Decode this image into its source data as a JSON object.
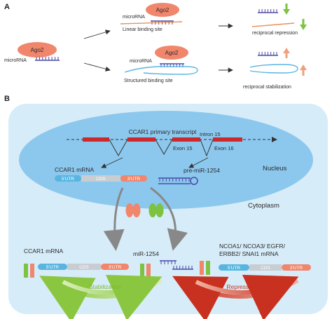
{
  "panel_a": {
    "label": "A",
    "ago2_left": "Ago2",
    "microrna_left": "microRNA",
    "ago2_top": "Ago2",
    "microrna_top": "microRNA",
    "linear_site": "Linear binding site",
    "ago2_bottom": "Ago2",
    "microrna_bottom": "microRNA",
    "structured_site": "Structured binding site",
    "reciprocal_repression": "reciprocal repression",
    "reciprocal_stabilization": "reciprocal stabilization"
  },
  "panel_b": {
    "label": "B",
    "primary_transcript": "CCAR1 primary transcript",
    "intron": "Intron 15",
    "exon15": "Exon 15",
    "exon16": "Exon 16",
    "nuclear_mrna": "CCAR1 mRNA",
    "pre_mir": "pre-miR-1254",
    "nucleus": "Nucleus",
    "cytoplasm": "Cytoplasm",
    "utr5": "5'UTR",
    "cds": "CDS",
    "utr3": "3'UTR",
    "cyto_mrna": "CCAR1 mRNA",
    "utr5_b": "5'UTR",
    "cds_b": "CDS",
    "utr3_b": "3'UTR",
    "mir": "miR-1254",
    "targets_line1": "NCOA1/ NCOA3/ EGFR/",
    "targets_line2": "ERBB2/ SNAI1 mRNA",
    "utr5_c": "5'UTR",
    "cds_c": "CDS",
    "utr3_c": "3'UTR",
    "stabilization": "Stabilization",
    "repression": "Repression"
  },
  "colors": {
    "ago2": "#f0866c",
    "microrna": "#4a4aa8",
    "mrna_linear": "#e8905a",
    "mrna_structured": "#58b5e0",
    "cell": "#d6ecf8",
    "nucleus": "#8cc8ee",
    "exon": "#cc2a2a",
    "stabilization": "#8bc640",
    "repression": "#c8311f",
    "arrow_green": "#7ec242",
    "arrow_orange": "#f0a07a"
  }
}
